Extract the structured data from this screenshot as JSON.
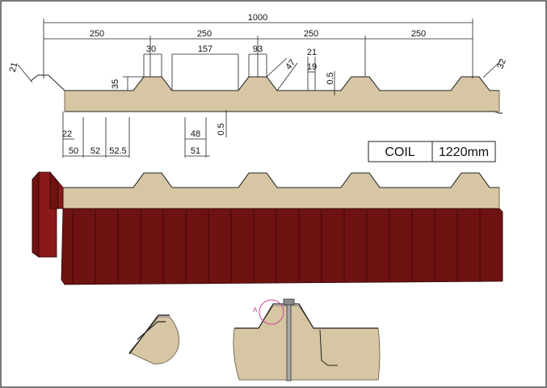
{
  "dimensions": {
    "total_width": "1000",
    "pitch": [
      "250",
      "250",
      "250",
      "250"
    ],
    "rib_top": "30",
    "valley": "157",
    "rib_base": "93",
    "slope": "47",
    "micro_a": "21",
    "micro_b": "19",
    "skin_top": "0.5",
    "rib_height": "35",
    "end_rib": "21",
    "end_rib_right": "32",
    "bottom_a": "22",
    "bottom_b": "50",
    "bottom_c": "52",
    "bottom_d": "52.5",
    "bottom_e": "48",
    "bottom_f": "51",
    "skin_bottom": "0.5"
  },
  "coil": {
    "label": "COIL",
    "value": "1220mm"
  },
  "detail": {
    "marker": "A"
  },
  "colors": {
    "core": "#d6c6a3",
    "skin": "#6e1212",
    "marker": "#d0409a"
  }
}
